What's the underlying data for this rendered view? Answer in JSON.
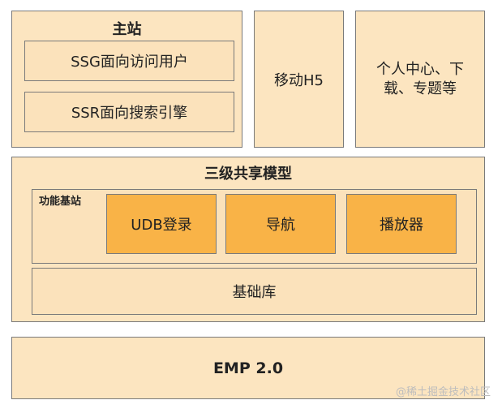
{
  "main_site": {
    "title": "主站",
    "items": [
      "SSG面向访问用户",
      "SSR面向搜索引擎"
    ]
  },
  "mobile": {
    "label": "移动H5"
  },
  "personal": {
    "label": "个人中心、下载、专题等"
  },
  "shared_model": {
    "title": "三级共享模型",
    "feature_station": {
      "title": "功能基站",
      "modules": [
        "UDB登录",
        "导航",
        "播放器"
      ]
    },
    "base_lib": "基础库"
  },
  "emp": {
    "label": "EMP 2.0"
  },
  "watermark": "@稀土掘金技术社区"
}
